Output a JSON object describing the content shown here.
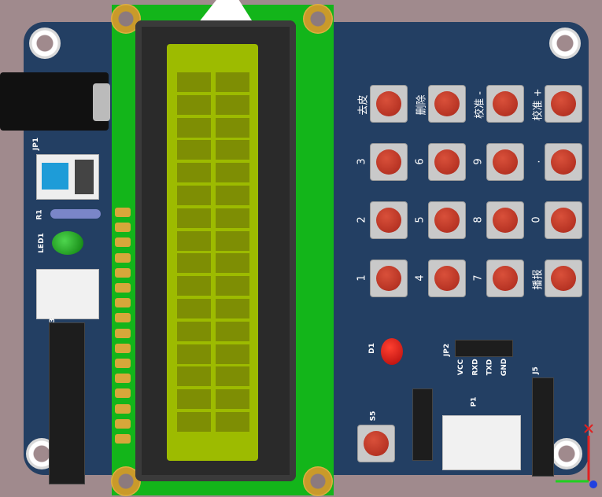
{
  "keys": [
    [
      "去皮",
      "删除",
      "校准 -",
      "校准 +"
    ],
    [
      "3",
      "6",
      "9",
      "."
    ],
    [
      "2",
      "5",
      "8",
      "0"
    ],
    [
      "1",
      "4",
      "7",
      "播报"
    ]
  ],
  "silkscreen": {
    "jp1": "JP1",
    "r1": "R1",
    "led1": "LED1",
    "j3": "J3",
    "d1": "D1",
    "jp2": "JP2",
    "vcc": "VCC",
    "rxd": "RXD",
    "txd": "TXD",
    "gnd": "GND",
    "s5": "S5",
    "p1": "P1",
    "j5": "J5"
  },
  "lcd": {
    "rows": 16,
    "cols": 2
  }
}
